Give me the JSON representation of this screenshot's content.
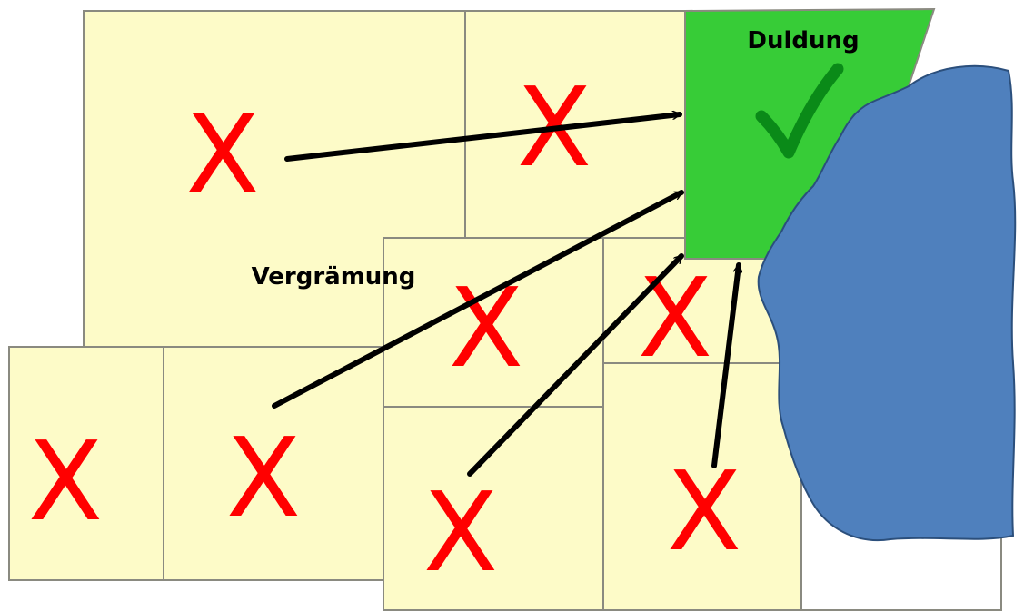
{
  "labels": {
    "duldung": "Duldung",
    "vergraemung": "Vergrämung"
  },
  "cross_symbol": "X",
  "icons": {
    "forbidden": "x-mark-icon",
    "allowed": "check-mark-icon"
  },
  "colors": {
    "field": "#fdfbc8",
    "field_border": "#8a8a80",
    "tolerated_field": "#37cc37",
    "check": "#0a8a18",
    "cross": "#ff0000",
    "water": "#4f80bd",
    "water_border": "#2b4f7c",
    "arrow": "#000000"
  }
}
